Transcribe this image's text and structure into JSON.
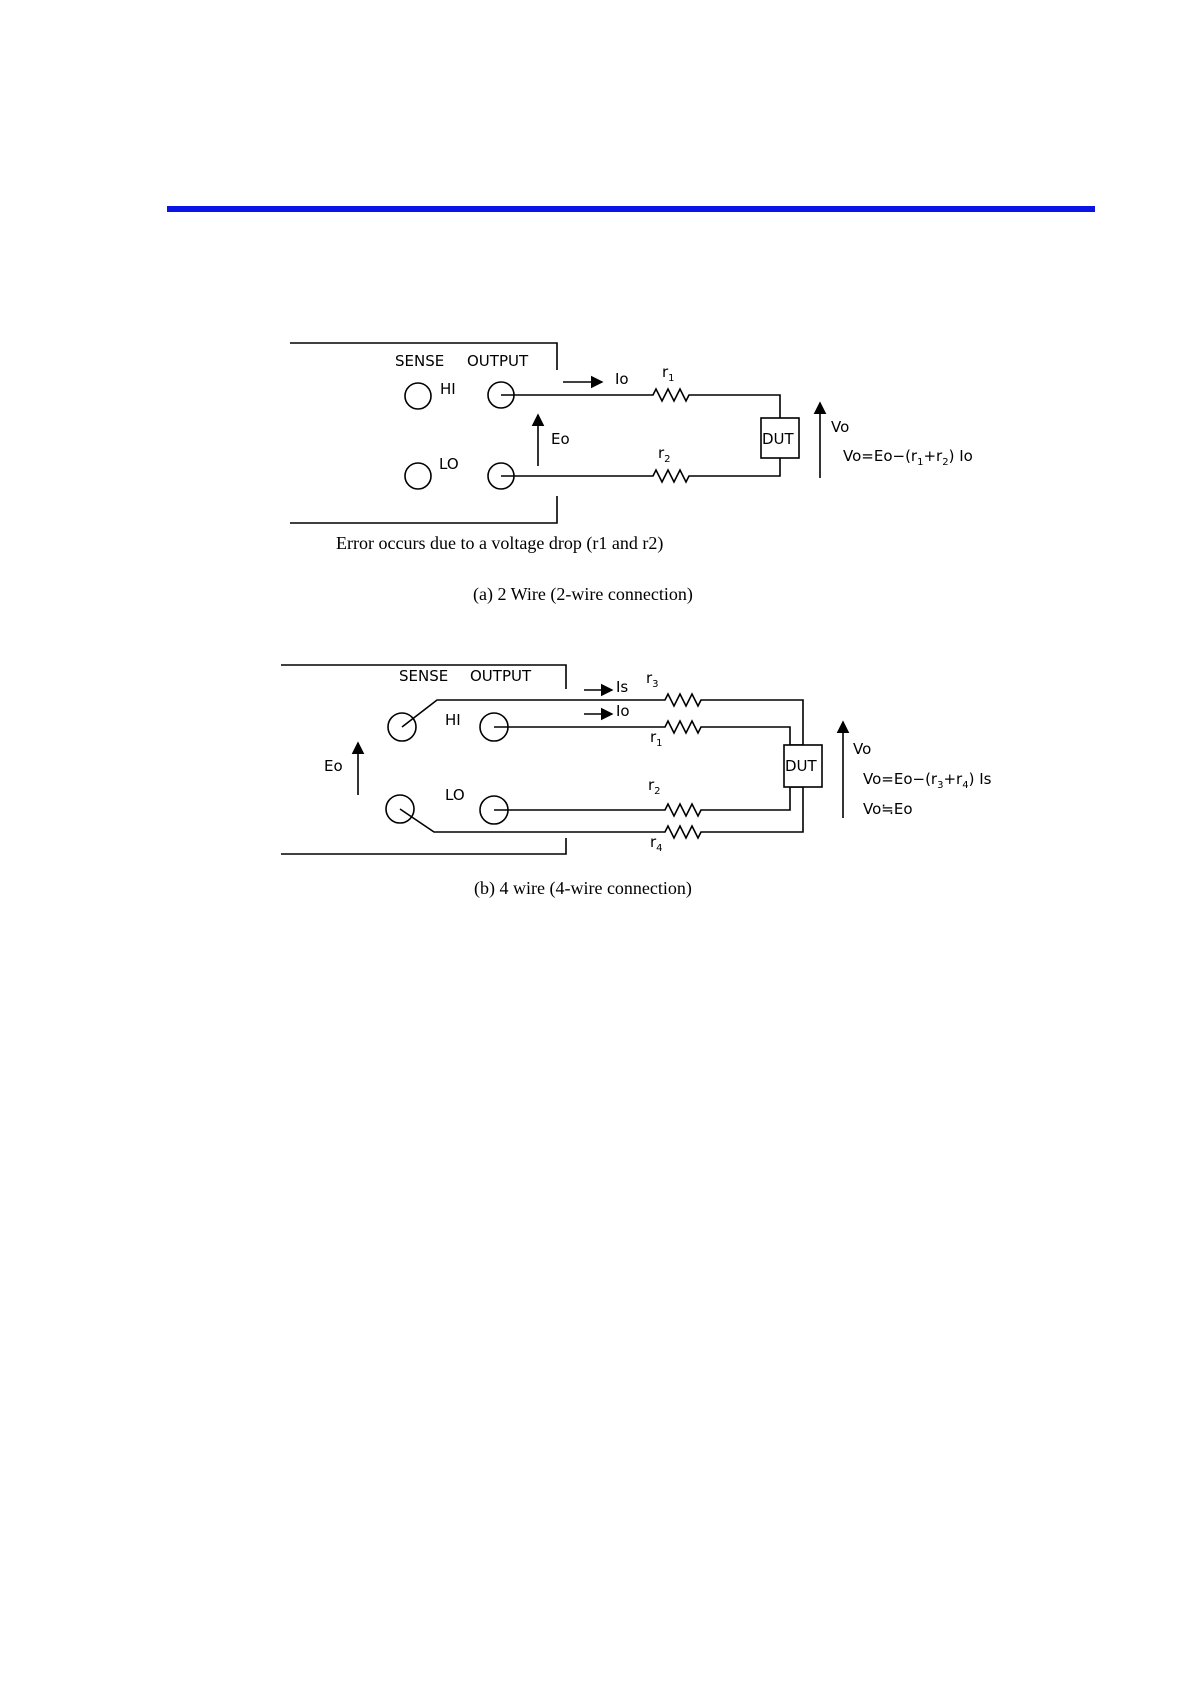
{
  "colors": {
    "rule": "#0a14e6",
    "ink": "#000000"
  },
  "diagram_a": {
    "sense": "SENSE",
    "output": "OUTPUT",
    "hi": "HI",
    "lo": "LO",
    "io": "Io",
    "eo": "Eo",
    "r1": "r",
    "r1_sub": "1",
    "r2": "r",
    "r2_sub": "2",
    "dut": "DUT",
    "vo": "Vo",
    "formula": {
      "p1": "Vo=Eo−(r",
      "s1": "1",
      "p2": "+r",
      "s2": "2",
      "p3": ") Io"
    },
    "note": "Error occurs due to a voltage drop (r1 and r2)",
    "caption": "(a) 2 Wire (2-wire connection)"
  },
  "diagram_b": {
    "sense": "SENSE",
    "output": "OUTPUT",
    "hi": "HI",
    "lo": "LO",
    "is": "Is",
    "io": "Io",
    "eo": "Eo",
    "r3": "r",
    "r3_sub": "3",
    "r1": "r",
    "r1_sub": "1",
    "r2": "r",
    "r2_sub": "2",
    "r4": "r",
    "r4_sub": "4",
    "dut": "DUT",
    "vo": "Vo",
    "formula": {
      "p1": "Vo=Eo−(r",
      "s1": "3",
      "p2": "+r",
      "s2": "4",
      "p3": ") Is"
    },
    "approx": "Vo≒Eo",
    "caption": "(b) 4 wire (4-wire connection)"
  }
}
